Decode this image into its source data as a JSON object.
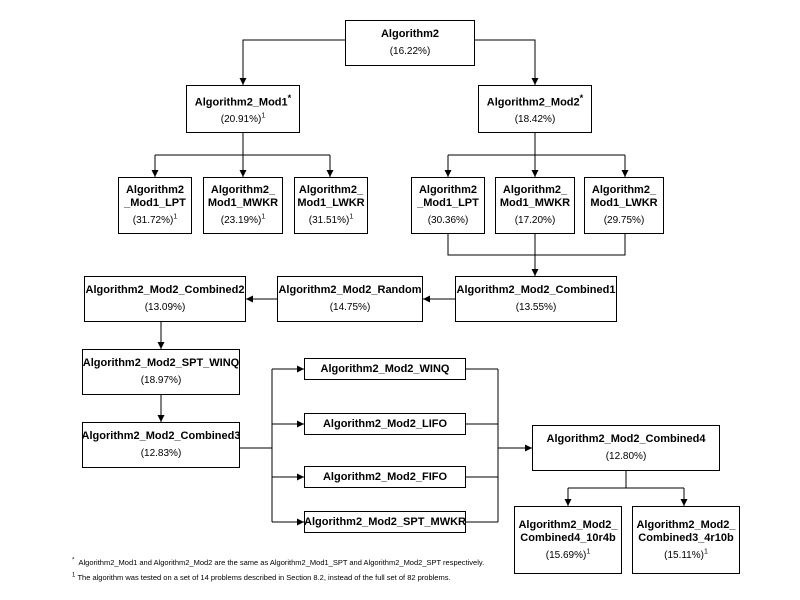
{
  "nodes": {
    "root": {
      "name": "Algorithm2",
      "value": "(16.22%)",
      "mark": ""
    },
    "mod1": {
      "name": "Algorithm2_Mod1",
      "name_mark": "*",
      "value": "(20.91%)",
      "mark": "1"
    },
    "mod2": {
      "name": "Algorithm2_Mod2",
      "name_mark": "*",
      "value": "(18.42%)",
      "mark": ""
    },
    "m1_lpt": {
      "name": "Algorithm2\n_Mod1_LPT",
      "value": "(31.72%)",
      "mark": "1"
    },
    "m1_mwkr": {
      "name": "Algorithm2_\nMod1_MWKR",
      "value": "(23.19%)",
      "mark": "1"
    },
    "m1_lwkr": {
      "name": "Algorithm2_\nMod1_LWKR",
      "value": "(31.51%)",
      "mark": "1"
    },
    "m2_lpt": {
      "name": "Algorithm2\n_Mod1_LPT",
      "value": "(30.36%)",
      "mark": ""
    },
    "m2_mwkr": {
      "name": "Algorithm2_\nMod1_MWKR",
      "value": "(17.20%)",
      "mark": ""
    },
    "m2_lwkr": {
      "name": "Algorithm2_\nMod1_LWKR",
      "value": "(29.75%)",
      "mark": ""
    },
    "comb2": {
      "name": "Algorithm2_Mod2_Combined2",
      "value": "(13.09%)",
      "mark": ""
    },
    "random": {
      "name": "Algorithm2_Mod2_Random",
      "value": "(14.75%)",
      "mark": ""
    },
    "comb1": {
      "name": "Algorithm2_Mod2_Combined1",
      "value": "(13.55%)",
      "mark": ""
    },
    "spt_winq": {
      "name": "Algorithm2_Mod2_SPT_WINQ",
      "value": "(18.97%)",
      "mark": ""
    },
    "comb3": {
      "name": "Algorithm2_Mod2_Combined3",
      "value": "(12.83%)",
      "mark": ""
    },
    "winq": {
      "name": "Algorithm2_Mod2_WINQ"
    },
    "lifo": {
      "name": "Algorithm2_Mod2_LIFO"
    },
    "fifo": {
      "name": "Algorithm2_Mod2_FIFO"
    },
    "spt_mwkr": {
      "name": "Algorithm2_Mod2_SPT_MWKR"
    },
    "comb4": {
      "name": "Algorithm2_Mod2_Combined4",
      "value": "(12.80%)",
      "mark": ""
    },
    "c4_10r4b": {
      "name": "Algorithm2_Mod2_\nCombined4_10r4b",
      "value": "(15.69%)",
      "mark": "1"
    },
    "c3_4r10b": {
      "name": "Algorithm2_Mod2_\nCombined3_4r10b",
      "value": "(15.11%)",
      "mark": "1"
    }
  },
  "footnotes": {
    "star_mark": "*",
    "star_text": "Algorithm2_Mod1 and Algorithm2_Mod2 are the same as Algorithm2_Mod1_SPT and Algorithm2_Mod2_SPT respectively.",
    "one_mark": "1",
    "one_text": "The algorithm was tested on a set of 14 problems described in Section 8.2, instead of the full set of 82 problems."
  },
  "colors": {
    "line": "#000000",
    "box_border": "#000000",
    "background": "#ffffff"
  }
}
